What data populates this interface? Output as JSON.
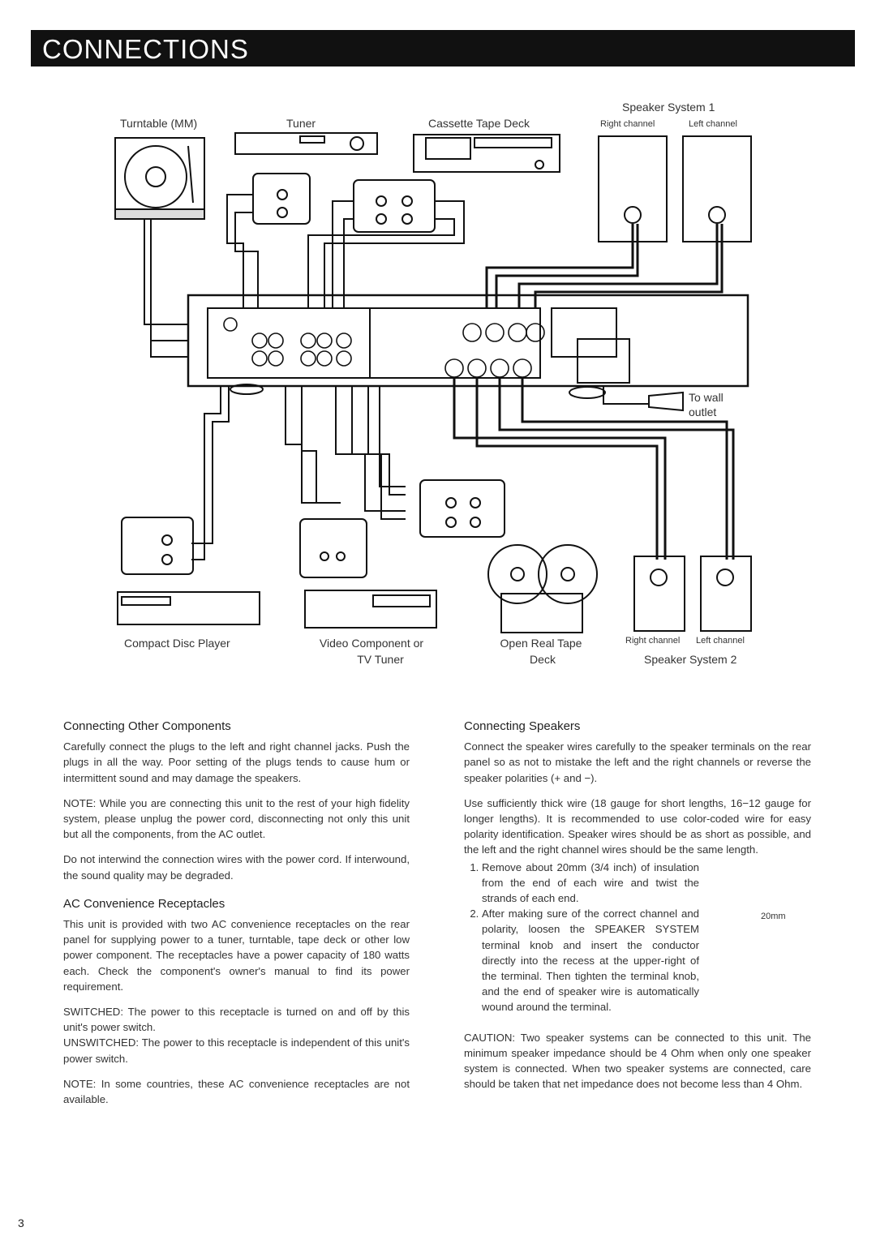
{
  "header": {
    "title": "CONNECTIONS"
  },
  "diagram": {
    "turntable": "Turntable (MM)",
    "tuner": "Tuner",
    "cassette": "Cassette Tape Deck",
    "speaker1": "Speaker System 1",
    "speaker1_right": "Right channel",
    "speaker1_left": "Left channel",
    "wall_outlet_1": "To wall",
    "wall_outlet_2": "outlet",
    "cd_player": "Compact Disc Player",
    "video_1": "Video Component or",
    "video_2": "TV Tuner",
    "reel_1": "Open Real Tape",
    "reel_2": "Deck",
    "speaker2_right": "Right channel",
    "speaker2_left": "Left channel",
    "speaker2": "Speaker System 2",
    "width_label": "20mm"
  },
  "left_column": {
    "h_other": "Connecting Other Components",
    "p_other": "Carefully connect the plugs to the left and right channel jacks. Push the plugs in all the way. Poor setting of the plugs tends to cause hum or intermittent sound and may damage the speakers.",
    "p_note1": "NOTE: While you are connecting this unit to the rest of your high fidelity system, please unplug the power cord, disconnecting not only this unit but all the components, from the AC outlet.",
    "p_interwind": "Do not interwind the connection wires with the power cord. If interwound, the sound quality may be degraded.",
    "h_ac": "AC Convenience Receptacles",
    "p_ac": "This unit is provided with two AC convenience receptacles on the rear panel for supplying power to a tuner, turntable, tape deck or other low power component. The receptacles have a power capacity of 180 watts each. Check the component's owner's manual to find its power requirement.",
    "p_switched": "SWITCHED: The power to this receptacle is turned on and off by this unit's power switch.",
    "p_unswitched": "UNSWITCHED: The power to this receptacle is independent of this unit's power switch.",
    "p_note2": "NOTE: In some countries, these AC convenience receptacles are not available."
  },
  "right_column": {
    "h_speakers": "Connecting Speakers",
    "p_speakers": "Connect the speaker wires carefully to the speaker terminals on the rear panel so as not to mistake the left and the right channels or reverse the speaker polarities (+ and −).",
    "p_wire": "Use sufficiently thick wire (18 gauge for short lengths, 16−12 gauge for longer lengths). It is recommended to use color-coded wire for easy polarity identification. Speaker wires should be as short as possible, and the left and the right channel wires should be the same length.",
    "step1": "Remove about 20mm (3/4 inch) of insulation from the end of each wire and twist the strands of each end.",
    "step2": "After making sure of the correct channel and polarity, loosen the SPEAKER SYSTEM terminal knob and insert the conductor directly into the recess at the upper-right of the terminal. Then tighten the terminal knob, and the end of speaker wire is automatically wound around the terminal.",
    "p_caution": "CAUTION: Two speaker systems can be connected to this unit. The minimum speaker impedance should be 4 Ohm when only one speaker system is connected. When two speaker systems are connected, care should be taken that net impedance does not become less than 4 Ohm."
  },
  "page_number": "3"
}
